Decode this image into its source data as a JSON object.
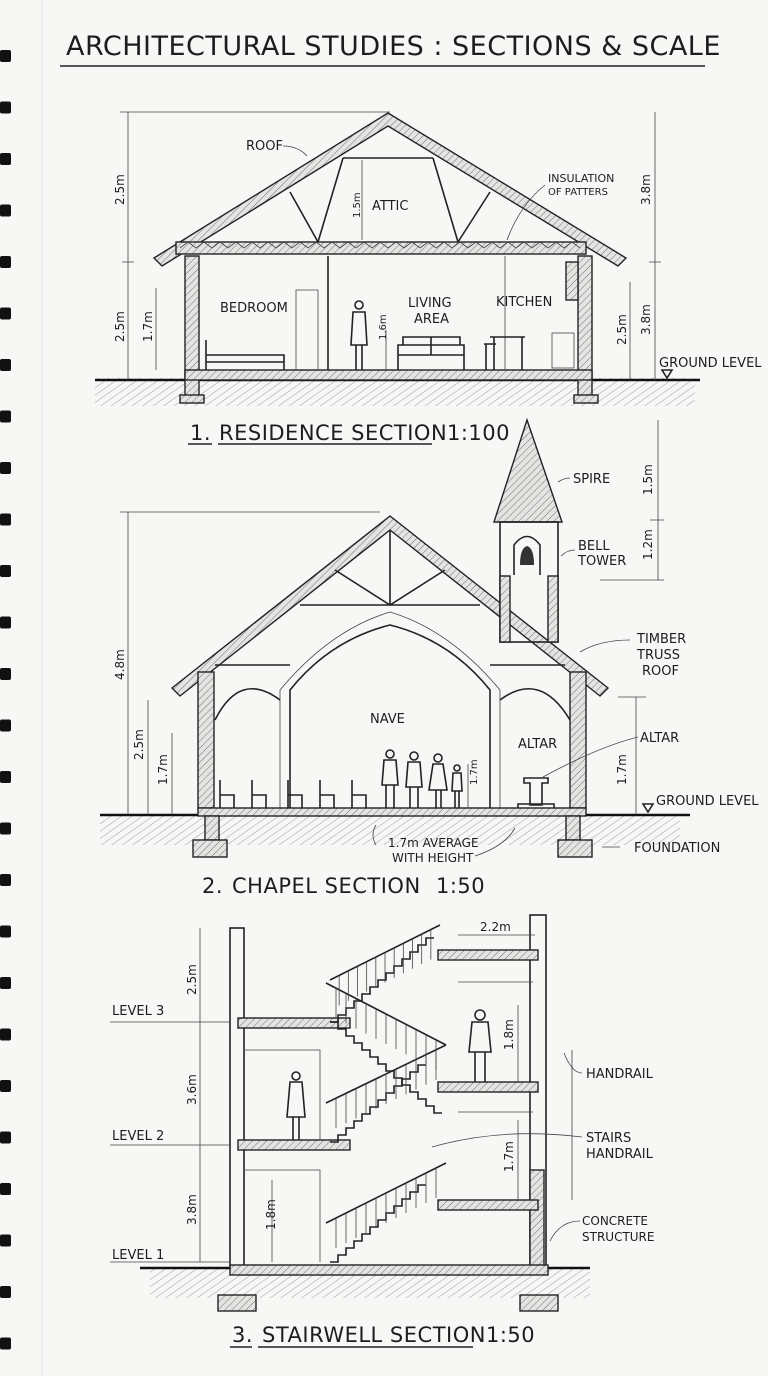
{
  "title": "ARCHITECTURAL STUDIES : SECTIONS & SCALE",
  "residence": {
    "caption_num": "1.",
    "caption": "RESIDENCE SECTION",
    "scale": "1:100",
    "labels": {
      "roof": "ROOF",
      "attic": "ATTIC",
      "insulation_1": "INSULATION",
      "insulation_2": "OF PATTERS",
      "bedroom": "BEDROOM",
      "living_1": "LIVING",
      "living_2": "AREA",
      "kitchen": "KITCHEN",
      "ground": "GROUND LEVEL"
    },
    "dims": {
      "left_upper": "2.5m",
      "left_lower": "2.5m",
      "left_inner": "1.7m",
      "attic": "1.5m",
      "person": "1.6m",
      "right_upper": "3.8m",
      "right_lower": "3.8m",
      "right_inner": "2.5m"
    }
  },
  "chapel": {
    "caption_num": "2.",
    "caption": "CHAPEL SECTION",
    "scale": "1:50",
    "labels": {
      "spire": "SPIRE",
      "bell_1": "BELL",
      "bell_2": "TOWER",
      "truss_1": "TIMBER",
      "truss_2": "TRUSS",
      "truss_3": "ROOF",
      "nave": "NAVE",
      "altar_inner": "ALTAR",
      "altar": "ALTAR",
      "ground": "GROUND LEVEL",
      "foundation": "FOUNDATION",
      "avg_1": "1.7m AVERAGE",
      "avg_2": "WITH HEIGHT"
    },
    "dims": {
      "total": "4.8m",
      "left_outer": "2.5m",
      "left_inner": "1.7m",
      "people": "1.7m",
      "spire": "1.5m",
      "tower": "1.2m",
      "right": "1.7m"
    }
  },
  "stairwell": {
    "caption_num": "3.",
    "caption": "STAIRWELL SECTION",
    "scale": "1:50",
    "labels": {
      "level3": "LEVEL 3",
      "level2": "LEVEL 2",
      "level1": "LEVEL 1",
      "handrail": "HANDRAIL",
      "stairs_1": "STAIRS",
      "stairs_2": "HANDRAIL",
      "concrete_1": "CONCRETE",
      "concrete_2": "STRUCTURE"
    },
    "dims": {
      "top_width": "2.2m",
      "upper": "2.5m",
      "middle": "3.6m",
      "lower": "3.8m",
      "person_upper": "1.8m",
      "right_lower": "1.7m",
      "door_lower": "1.8m"
    }
  }
}
